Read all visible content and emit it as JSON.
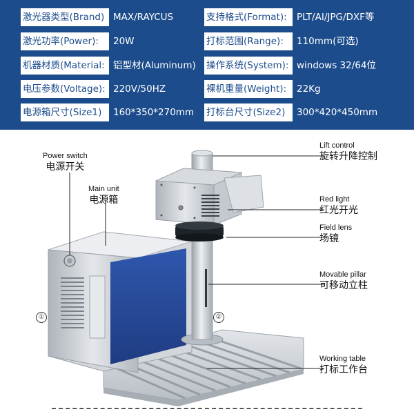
{
  "specs": [
    {
      "l1": "激光器类型(Brand)",
      "v1": "MAX/RAYCUS",
      "l2": "支持格式(Format):",
      "v2": "PLT/AI/JPG/DXF等"
    },
    {
      "l1": "激光功率(Power):",
      "v1": "20W",
      "l2": "打标范围(Range):",
      "v2": "110mm(可选)"
    },
    {
      "l1": "机器材质(Material:",
      "v1": "铝型材(Aluminum)",
      "l2": "操作系统(System):",
      "v2": "windows 32/64位"
    },
    {
      "l1": "电压参数(Voltage):",
      "v1": "220V/50HZ",
      "l2": "裸机重量(Weight):",
      "v2": "22Kg"
    },
    {
      "l1": "电源箱尺寸(Size1)",
      "v1": "160*350*270mm",
      "l2": "打标台尺寸(Size2)",
      "v2": "300*420*450mm"
    }
  ],
  "callouts": {
    "power_switch": {
      "en": "Power switch",
      "zh": "电源开关"
    },
    "main_unit": {
      "en": "Main unit",
      "zh": "电源箱"
    },
    "lift_control": {
      "en": "Lift control",
      "zh": "旋转升降控制"
    },
    "red_light": {
      "en": "Red light",
      "zh": "红光开光"
    },
    "field_lens": {
      "en": "Field lens",
      "zh": "场镜"
    },
    "movable_pillar": {
      "en": "Movable pillar",
      "zh": "可移动立柱"
    },
    "working_table": {
      "en": "Working table",
      "zh": "打标工作台"
    }
  },
  "markers": {
    "one": "①",
    "two": "②"
  },
  "colors": {
    "spec_bg": "#1c4c8c",
    "panel_blue": "#2a4a98",
    "aluminum": "#c9ced4"
  }
}
